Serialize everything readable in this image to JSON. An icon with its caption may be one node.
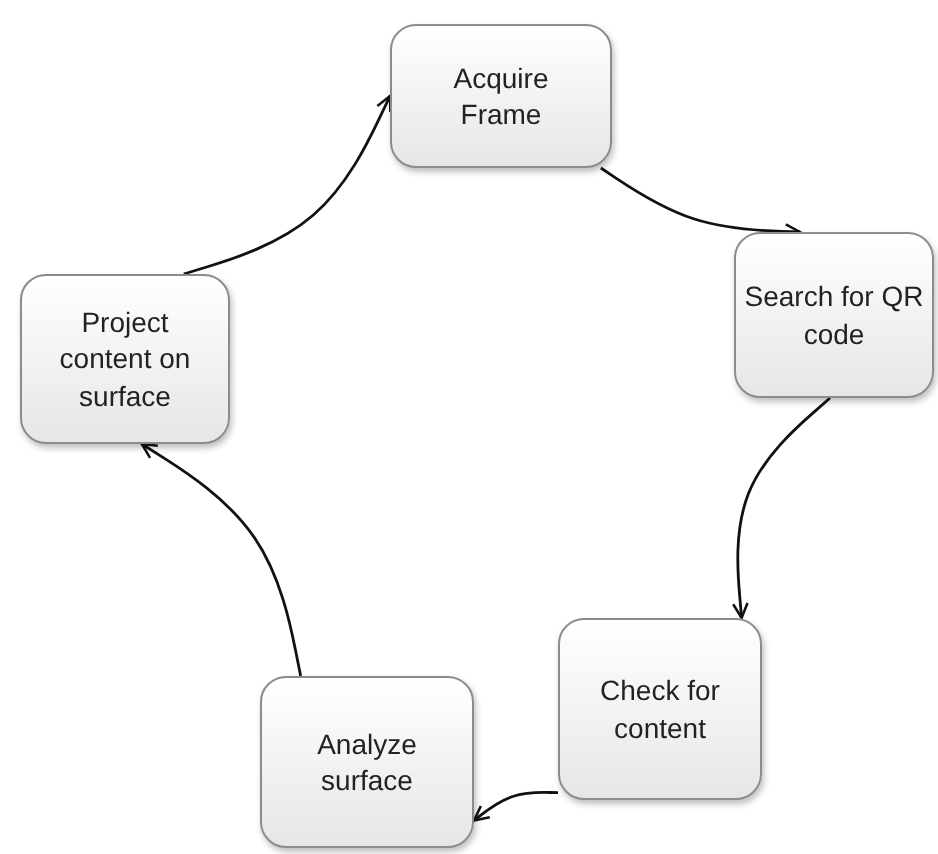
{
  "diagram": {
    "nodes": [
      {
        "text": [
          "Acquire Frame"
        ]
      },
      {
        "text": [
          "Search for QR code"
        ]
      },
      {
        "text": [
          "Check for content"
        ]
      },
      {
        "text": [
          "Analyze surface"
        ]
      },
      {
        "text": [
          "Project content on surface"
        ]
      }
    ],
    "edges": [
      {
        "from": 0,
        "to": 1,
        "arrow": "to"
      },
      {
        "from": 1,
        "to": 2,
        "arrow": "to"
      },
      {
        "from": 2,
        "to": 3,
        "arrow": "to"
      },
      {
        "from": 3,
        "to": 4,
        "arrow": "to"
      },
      {
        "from": 4,
        "to": 0,
        "arrow": "to"
      }
    ]
  }
}
